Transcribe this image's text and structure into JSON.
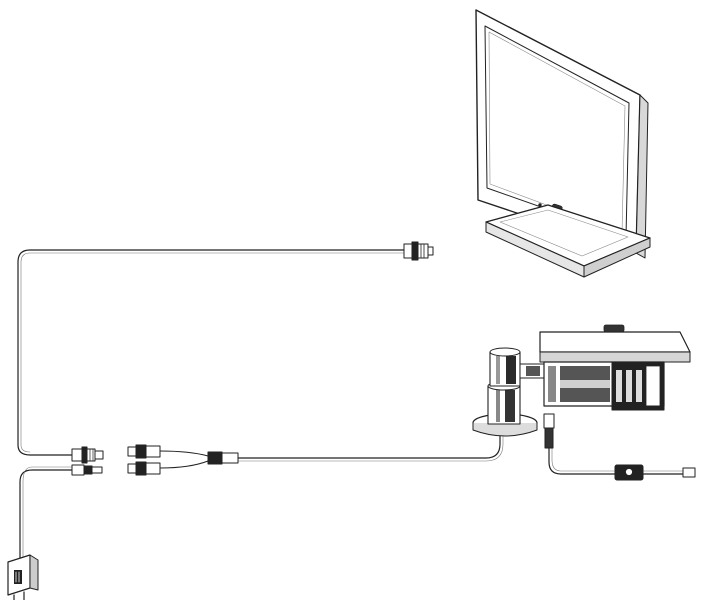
{
  "diagram": {
    "components": [
      {
        "id": "monitor",
        "icon": "lcd-monitor-icon"
      },
      {
        "id": "camera",
        "icon": "bullet-camera-icon"
      },
      {
        "id": "bnc-plug-top",
        "icon": "bnc-connector-icon"
      },
      {
        "id": "bnc-coupler",
        "icon": "bnc-connector-icon"
      },
      {
        "id": "power-dc-plug",
        "icon": "dc-plug-icon"
      },
      {
        "id": "rca-sockets",
        "icon": "rca-jack-icon"
      },
      {
        "id": "splitter",
        "icon": "cable-splitter-icon"
      },
      {
        "id": "inline-switch",
        "icon": "inline-switch-icon"
      },
      {
        "id": "power-adapter",
        "icon": "power-adapter-icon"
      }
    ],
    "colors": {
      "line": "#222222",
      "body_fill": "#ffffff",
      "shade_dark": "#1a1a1a",
      "shade_mid": "#6e6e6e",
      "shade_light": "#bcbcbc"
    }
  }
}
